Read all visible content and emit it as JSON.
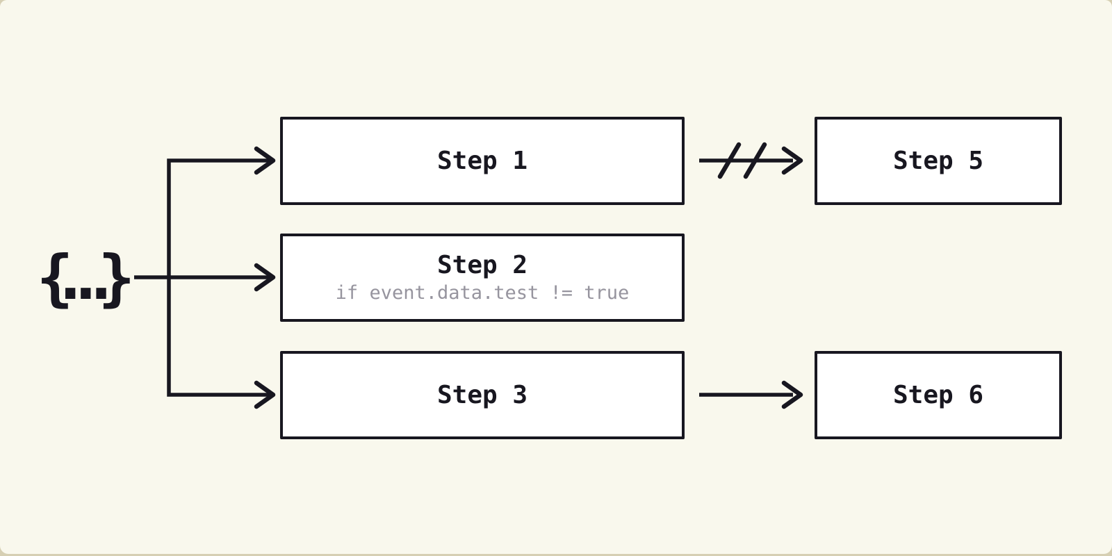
{
  "colors": {
    "canvas-bg": "#f9f8ed",
    "page-edge": "#d6cfb3",
    "stroke": "#181720",
    "box-fill": "#ffffff",
    "muted": "#96949e"
  },
  "diagram": {
    "source": {
      "icon": "braces-ellipsis-icon",
      "label": "{...}"
    },
    "steps": [
      {
        "title": "Step 1"
      },
      {
        "title": "Step 2",
        "condition": "if event.data.test != true"
      },
      {
        "title": "Step 3"
      },
      {
        "title": "Step 5"
      },
      {
        "title": "Step 6"
      }
    ],
    "edges": [
      {
        "from": "source",
        "to": "Step 1",
        "type": "arrow"
      },
      {
        "from": "source",
        "to": "Step 2",
        "type": "arrow"
      },
      {
        "from": "source",
        "to": "Step 3",
        "type": "arrow"
      },
      {
        "from": "Step 1",
        "to": "Step 5",
        "type": "broken-arrow"
      },
      {
        "from": "Step 3",
        "to": "Step 6",
        "type": "arrow"
      }
    ]
  }
}
